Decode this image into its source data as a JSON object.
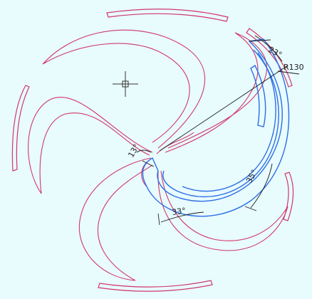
{
  "viewport": {
    "background": "#e8fbfd"
  },
  "colors": {
    "blade_outline": "#d1386b",
    "selected_profile": "#2c6ee6",
    "dimension": "#1c1c1c",
    "crosshair": "#333333"
  },
  "dimensions": {
    "radius_label": "R130",
    "angle_top": "23°",
    "angle_right": "35°",
    "angle_bottom": "33°",
    "angle_hub": "13°"
  },
  "cursor": {
    "icon": "crosshair-cursor-icon"
  }
}
